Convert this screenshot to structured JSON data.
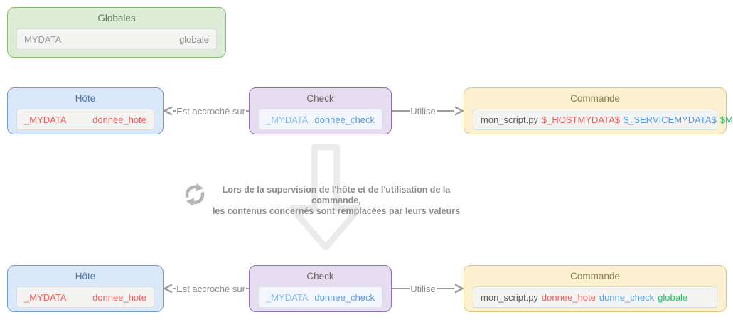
{
  "globales": {
    "title": "Globales",
    "field": {
      "name": "MYDATA",
      "value": "globale"
    }
  },
  "annotation": {
    "line1": "Lors de la supervision de l'hôte et de l'utilisation de la commande,",
    "line2": "les contenus concernés sont remplacées par leurs valeurs"
  },
  "rows": [
    {
      "hote": {
        "title": "Hôte",
        "field": {
          "name": "_MYDATA",
          "value": "donnee_hote"
        }
      },
      "check": {
        "title": "Check",
        "field": {
          "name": "_MYDATA",
          "value": "donnee_check"
        }
      },
      "commande": {
        "title": "Commande",
        "script": "mon_script.py",
        "host_part": "$_HOSTMYDATA$",
        "service_part": "$_SERVICEMYDATA$",
        "global_part": "$MYDATA$"
      },
      "link_left": "Est accroché sur",
      "link_right": "Utilise"
    },
    {
      "hote": {
        "title": "Hôte",
        "field": {
          "name": "_MYDATA",
          "value": "donnee_hote"
        }
      },
      "check": {
        "title": "Check",
        "field": {
          "name": "_MYDATA",
          "value": "donnee_check"
        }
      },
      "commande": {
        "title": "Commande",
        "script": "mon_script.py",
        "host_part": "donnee_hote",
        "service_part": "donne_check",
        "global_part": "globale"
      },
      "link_left": "Est accroché sur",
      "link_right": "Utilise"
    }
  ],
  "colors": {
    "globales_bg": "#ddecd6",
    "globales_border": "#87ba6d",
    "hote_bg": "#dbe8f9",
    "hote_border": "#739bce",
    "check_bg": "#e6dcf0",
    "check_border": "#906fae",
    "commande_bg": "#fbf0d0",
    "commande_border": "#ddc67f",
    "macro_host_red": "#ec6060",
    "macro_service_blue": "#5a9bdf",
    "macro_global_green": "#27bf69",
    "connector_gray": "#9e9e9e",
    "big_arrow_gray": "#ebebeb"
  }
}
